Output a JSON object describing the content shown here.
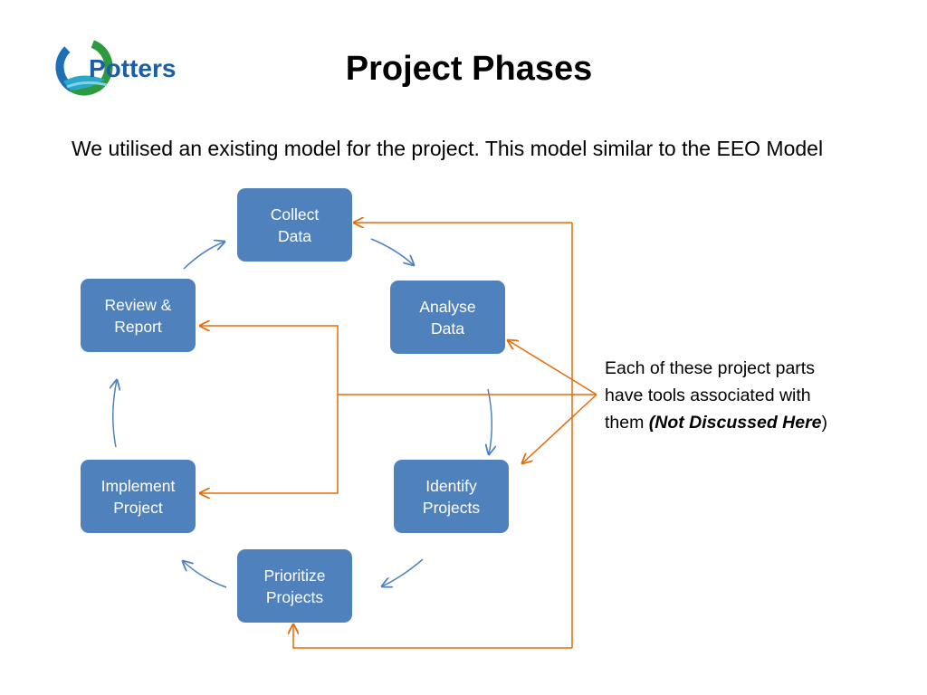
{
  "logo": {
    "text": "Potters",
    "colors": {
      "ring_green": "#2e9a3f",
      "ring_blue": "#1f6fb5",
      "wave": "#29a8c9",
      "text": "#1b5fa3"
    }
  },
  "title": "Project Phases",
  "intro": "We utilised an existing model for the project. This model similar to the EEO Model",
  "phases": {
    "collect": "Collect\nData",
    "analyse": "Analyse\nData",
    "identify": "Identify\nProjects",
    "prioritize": "Prioritize\nProjects",
    "implement": "Implement\nProject",
    "review": "Review &\nReport"
  },
  "note": {
    "line1": "Each of these project parts",
    "line2": "have tools associated with",
    "prefix": "them ",
    "emphasis": "(Not Discussed Here",
    "suffix": ")"
  },
  "colors": {
    "box": "#4f81bd",
    "cycle_arrow": "#4f81bd",
    "connector": "#e46c0a"
  }
}
